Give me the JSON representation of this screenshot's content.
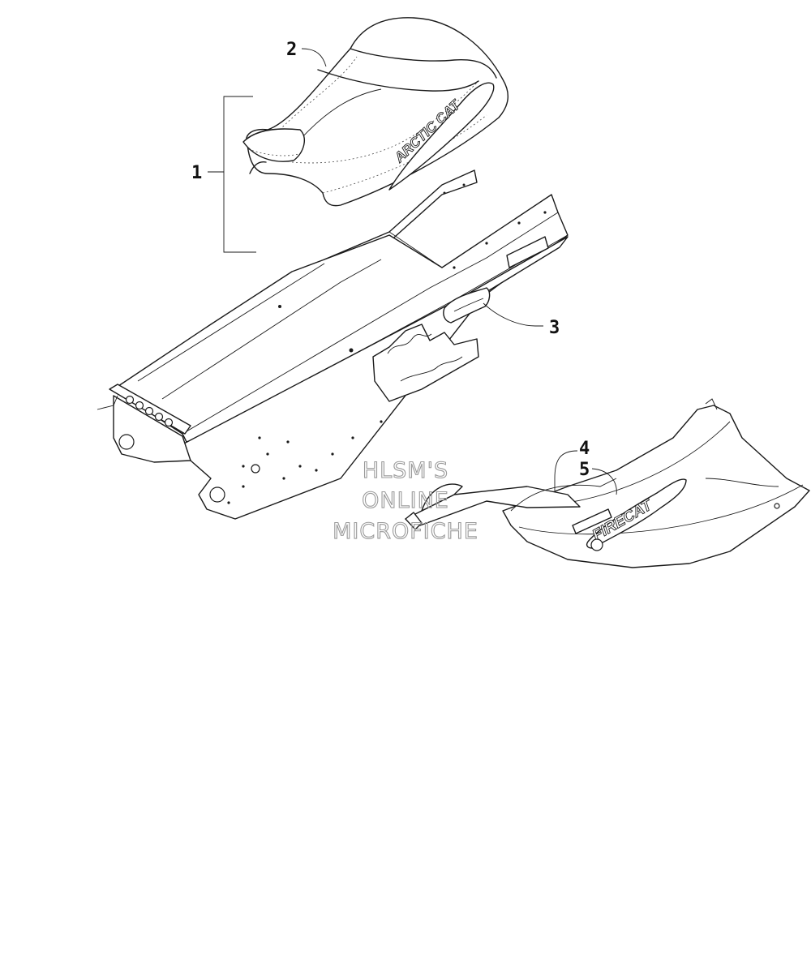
{
  "callouts": [
    {
      "id": "1",
      "text": "1"
    },
    {
      "id": "2",
      "text": "2"
    },
    {
      "id": "3",
      "text": "3"
    },
    {
      "id": "4",
      "text": "4"
    },
    {
      "id": "5",
      "text": "5"
    }
  ],
  "decals": {
    "seat_logo": "ARCTIC CAT",
    "hood_logo": "FIRECAT"
  },
  "watermark": {
    "line1": "HLSM'S",
    "line2": "ONLINE",
    "line3": "MICROFICHE"
  },
  "colors": {
    "linework": "#1a1a1a",
    "background": "#ffffff",
    "watermark": "#9a9a9a"
  }
}
